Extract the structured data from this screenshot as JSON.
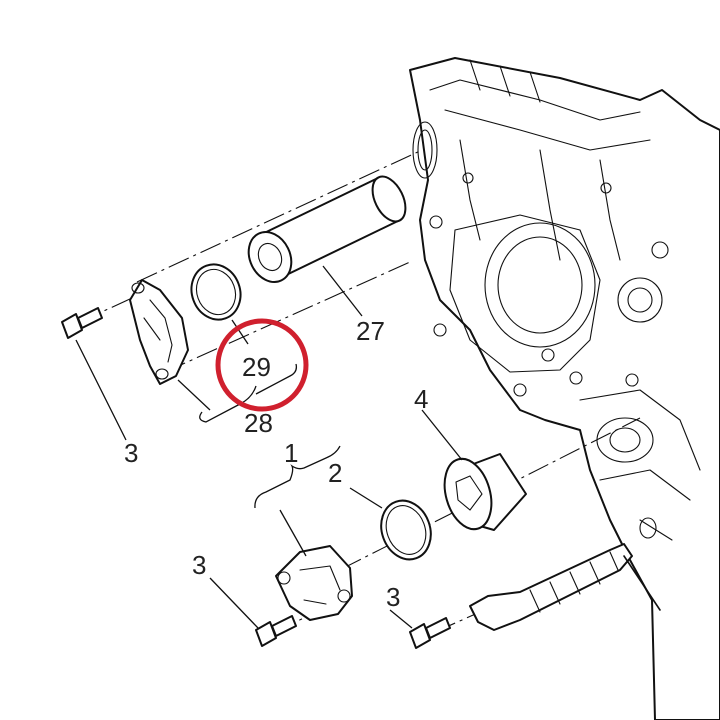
{
  "highlight_color": "#d0202e",
  "callouts": {
    "c1": "1",
    "c2": "2",
    "c3a": "3",
    "c3b": "3",
    "c3c": "3",
    "c4": "4",
    "c27": "27",
    "c28": "28",
    "c29": "29"
  }
}
